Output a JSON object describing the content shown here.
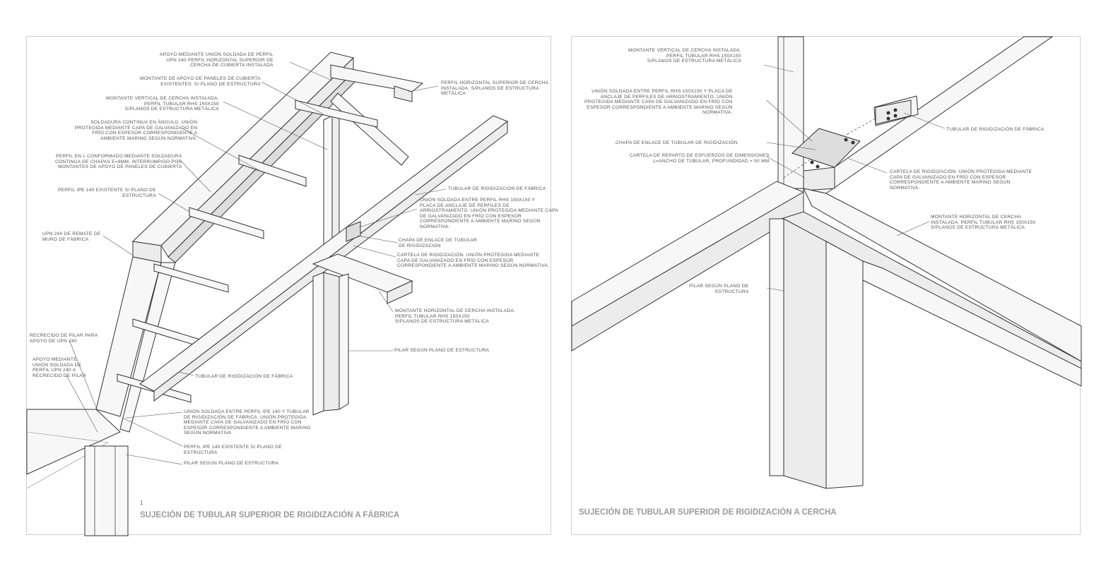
{
  "left_panel": {
    "title": "SUJECIÓN DE TUBULAR SUPERIOR DE RIGIDIZACIÓN A FÁBRICA",
    "mark": "1",
    "notes": [
      "APOYO MEDIANTE UNIÓN SOLDADA DE PERFIL\nUPN 240 PERFIL HORIZONTAL SUPERIOR DE\nCERCHA DE CUBIERTA INSTALADA",
      "MONTANTE DE APOYO DE PANELES DE CUBIERTA\nEXISTENTES. S/ PLANO DE ESTRUCTURA",
      "MONTANTE VERTICAL DE CERCHA INSTALADA.\nPERFIL TUBULAR RHS 150X150\nS/PLANOS DE ESTRUCTURA METÁLICA",
      "SOLDADURA CONTINUA EN ÁNGULO. UNIÓN\nPROTEGIDA MEDIANTE CAPA DE GALVANIZADO EN\nFRÍO CON ESPESOR CORRESPONDIENTE A\nAMBIENTE MARINO SEGÚN NORMATIVA.",
      "PERFIL EN L CONFORMADO MEDIANTE SOLDADURA\nCONTINUA DE CHAPAS E=8MM. INTERRUMPIDO POR\nMONTANTES DE APOYO DE PANELES DE CUBIERTA",
      "PERFIL IPE 140 EXISTENTE S/ PLANO DE\nESTRUCTURA",
      "UPN 240 DE REMATE DE\nMURO DE FÁBRICA",
      "RECRECIDO DE PILAR PARA\nAPOYO DE UPN 240",
      "APOYO MEDIANTE\nUNIÓN SOLDADA DE\nPERFIL UPN 240 A\nRECRECIDO DE PILAR",
      "PERFIL HORIZONTAL SUPERIOR DE CERCHA\nINSTALADA. S/PLANOS DE ESTRUCTURA\nMETÁLICA",
      "TUBULAR DE RIGIDIZACIÓN DE FÁBRICA",
      "UNIÓN SOLDADA ENTRE PERFIL RHS 150X150 Y\nPLACA DE ANCLAJE DE PERFILES DE\nARRIOSTRAMIENTO. UNIÓN PROTEGIDA MEDIANTE CAPA\nDE GALVANIZADO EN FRÍO CON ESPESOR\nCORRESPONDIENTE A AMBIENTE MARINO SEGÚN\nNORMATIVA.",
      "CHAPA DE ENLACE DE TUBULAR\nDE RIGIDIZACIÓN",
      "CARTELA DE RIGIDIZACIÓN. UNIÓN PROTEGIDA MEDIANTE\nCAPA DE GALVANIZADO EN FRÍO CON ESPESOR\nCORRESPONDIENTE A AMBIENTE MARINO SEGÚN NORMATIVA.",
      "MONTANTE HORIZONTAL DE CERCHA INSTALADA.\nPERFIL TUBULAR RHS 150X150\nS/PLANOS DE ESTRUCTURA METÁLICA",
      "PILAR SEGÚN PLANO DE ESTRUCTURA",
      "TUBULAR DE RIGIDIZACIÓN DE FÁBRICA",
      "UNIÓN SOLDADA ENTRE PERFIL IPE 140 Y TUBULAR\nDE RIGIDIZACIÓN DE FÁBRICA. UNIÓN PROTEGIDA\nMEDIANTE CAPA DE GALVANIZADO EN FRÍO CON\nESPESOR CORRESPONDIENTE A AMBIENTE MARINO\nSEGÚN NORMATIVA.",
      "PERFIL IPE 140 EXISTENTE S/ PLANO DE\nESTRUCTURA",
      "PILAR SEGÚN PLANO DE ESTRUCTURA"
    ]
  },
  "right_panel": {
    "title": "SUJECIÓN DE TUBULAR SUPERIOR DE RIGIDIZACIÓN A CERCHA",
    "notes": [
      "MONTANTE VERTICAL DE CERCHA INSTALADA.\nPERFIL TUBULAR RHS 150X150\nS/PLANOS DE ESTRUCTURA METÁLICA",
      "UNIÓN SOLDADA ENTRE PERFIL RHS 150X150 Y PLACA DE\nANCLAJE DE PERFILES DE ARRIOSTRAMIENTO. UNIÓN\nPROTEGIDA MEDIANTE CAPA DE GALVANIZADO EN FRÍO CON\nESPESOR CORRESPONDIENTE A AMBIENTE MARINO SEGÚN\nNORMATIVA.",
      "CHAPA DE ENLACE DE TUBULAR DE RIGIDIZACIÓN",
      "CARTELA DE REPARTO DE ESFUERZOS DE DIMENSIONES\nL=ANCHO DE TUBULAR, PROFUNDIDAD = 50 MM",
      "TUBULAR DE RIGIDIZACIÓN DE FÁBRICA",
      "CARTELA DE RIGIDIZACIÓN. UNIÓN PROTEGIDA MEDIANTE\nCAPA DE GALVANIZADO EN FRÍO CON ESPESOR\nCORRESPONDIENTE A AMBIENTE MARINO SEGÚN\nNORMATIVA.",
      "MONTANTE HORIZONTAL DE CERCHA\nINSTALADA. PERFIL TUBULAR RHS 150X150\nS/PLANOS DE ESTRUCTURA METÁLICA",
      "PILAR SEGÚN PLANO DE\nESTRUCTURA"
    ]
  }
}
